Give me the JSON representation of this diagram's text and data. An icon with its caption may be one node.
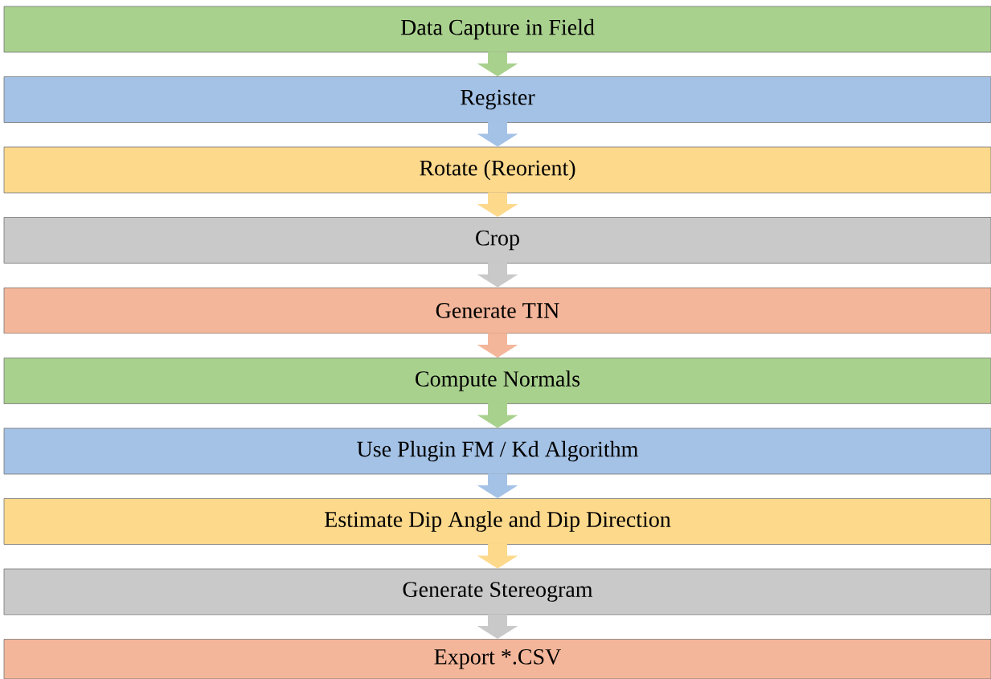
{
  "diagram": {
    "nodes": [
      {
        "text": [
          "Data Capture in Field"
        ]
      },
      {
        "text": [
          "Register"
        ]
      },
      {
        "text": [
          "Rotate (Reorient)"
        ]
      },
      {
        "text": [
          "Crop"
        ]
      },
      {
        "text": [
          "Generate TIN"
        ]
      },
      {
        "text": [
          "Compute Normals"
        ]
      },
      {
        "text": [
          "Use Plugin FM / Kd Algorithm"
        ]
      },
      {
        "text": [
          "Estimate Dip Angle and Dip Direction"
        ]
      },
      {
        "text": [
          "Generate Stereogram"
        ]
      },
      {
        "text": [
          "Export *.CSV"
        ]
      }
    ],
    "edges": [
      {
        "from": 0,
        "to": 1,
        "arrow": "to"
      },
      {
        "from": 1,
        "to": 2,
        "arrow": "to"
      },
      {
        "from": 2,
        "to": 3,
        "arrow": "to"
      },
      {
        "from": 3,
        "to": 4,
        "arrow": "to"
      },
      {
        "from": 4,
        "to": 5,
        "arrow": "to"
      },
      {
        "from": 5,
        "to": 6,
        "arrow": "to"
      },
      {
        "from": 6,
        "to": 7,
        "arrow": "to"
      },
      {
        "from": 7,
        "to": 8,
        "arrow": "to"
      },
      {
        "from": 8,
        "to": 9,
        "arrow": "to"
      }
    ]
  }
}
